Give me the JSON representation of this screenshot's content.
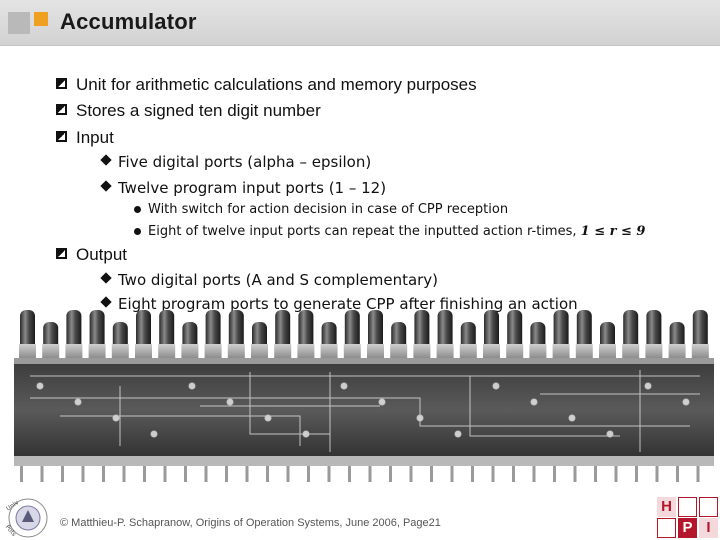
{
  "header": {
    "title": "Accumulator"
  },
  "bullets": {
    "b1": "Unit for arithmetic calculations and memory purposes",
    "b2": "Stores a signed ten digit number",
    "b3": "Input",
    "b3_1": "Five digital ports (alpha – epsilon)",
    "b3_2": "Twelve program input ports (1 – 12)",
    "b3_2_1": "With switch for action decision in case of CPP reception",
    "b3_2_2": "Eight of twelve input ports can repeat the inputted action r-times,",
    "b3_2_2_math": "1 ≤ r ≤ 9",
    "b4": "Output",
    "b4_1": "Two digital ports (A and S complementary)",
    "b4_2": "Eight program ports to generate CPP after finishing an action"
  },
  "footer": {
    "text": "© Matthieu-P. Schapranow, Origins of Operation Systems, June 2006, Page21"
  },
  "logos": {
    "seal_text": "Universität Potsdam",
    "hpi_letters": [
      "H",
      "P",
      "I"
    ]
  },
  "colors": {
    "header_bg": "#d9d9d9",
    "accent_orange": "#f0a020",
    "hpi_red": "#b4162b"
  }
}
